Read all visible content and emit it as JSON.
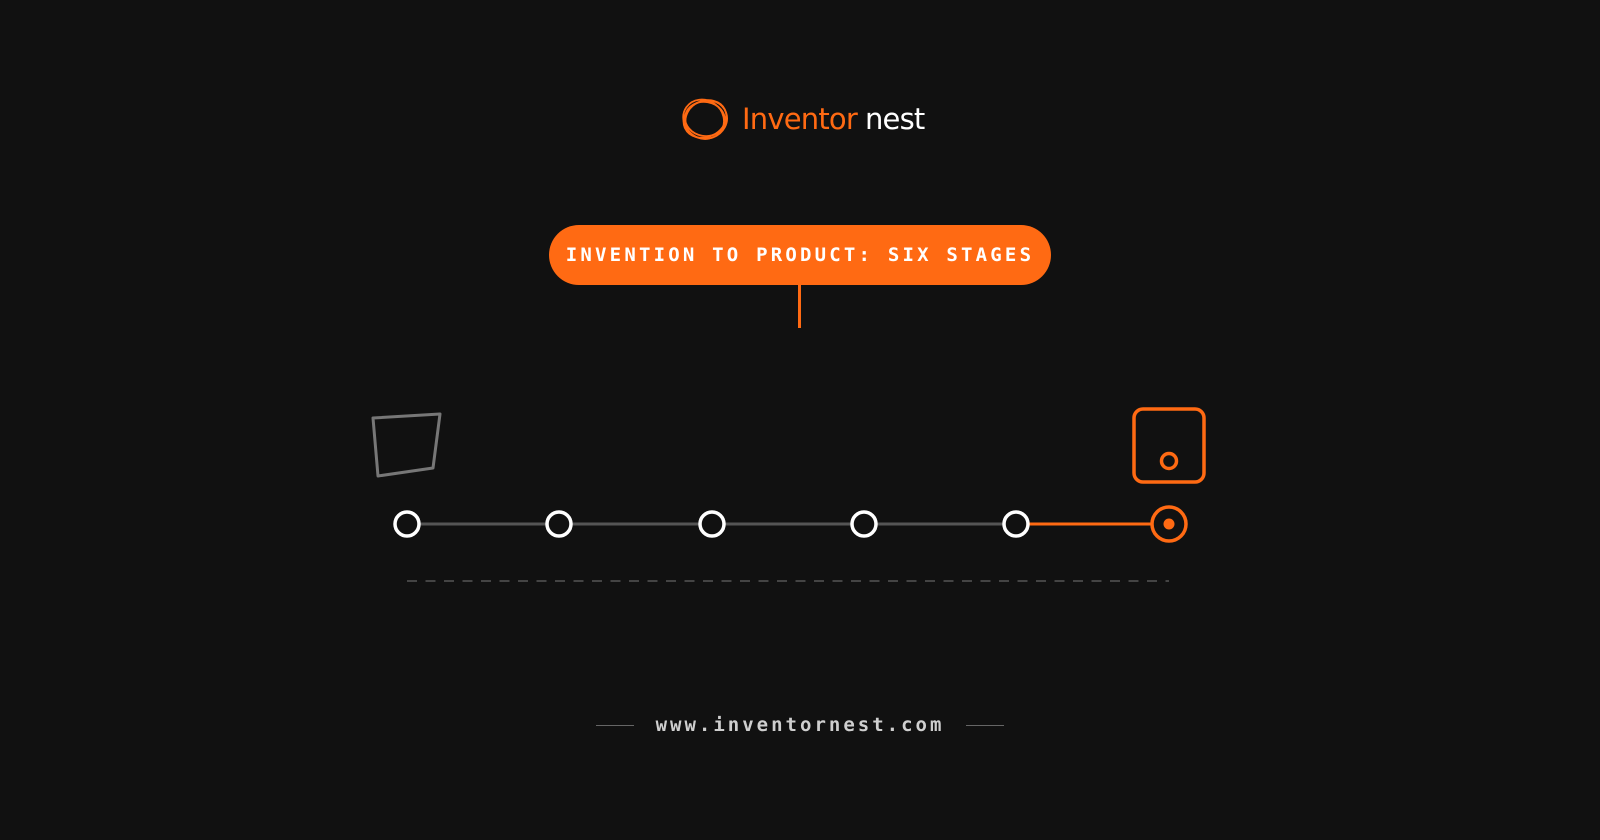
{
  "brand": {
    "name_primary": "Inventor",
    "name_secondary": "nest",
    "accent_color": "#ff6a13",
    "logo_icon": "orbit-rings-logo"
  },
  "headline": {
    "label": "INVENTION TO PRODUCT: SIX STAGES"
  },
  "timeline": {
    "stage_count": 6,
    "active_stage": 6,
    "start_icon": "tilted-square-outline-icon",
    "end_icon": "rounded-square-with-circle-icon"
  },
  "footer": {
    "url": "www.inventornest.com"
  },
  "colors": {
    "background": "#111111",
    "accent": "#ff6a13",
    "node": "#ffffff",
    "track": "#555555",
    "muted": "#777777"
  }
}
